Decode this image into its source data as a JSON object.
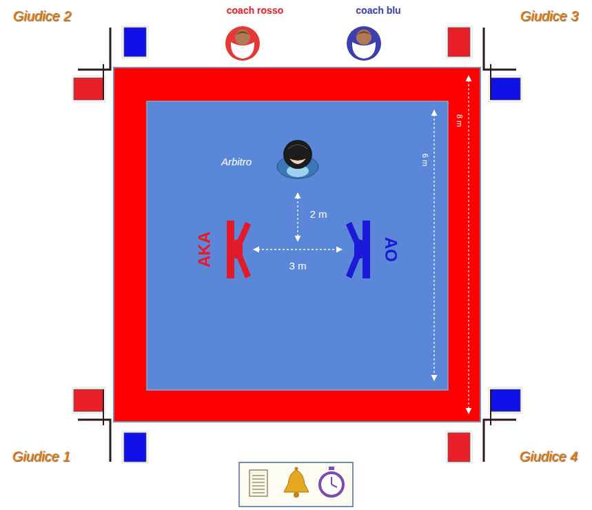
{
  "diagram": {
    "labels": [
      "coach rosso",
      "coach blu",
      "Giudice 2",
      "Giudice 3",
      "Arbitro",
      "8 m",
      "6 m",
      "2 m",
      "AKA",
      "3 m",
      "AO",
      "Giudice 1",
      "Giudice 4"
    ]
  }
}
